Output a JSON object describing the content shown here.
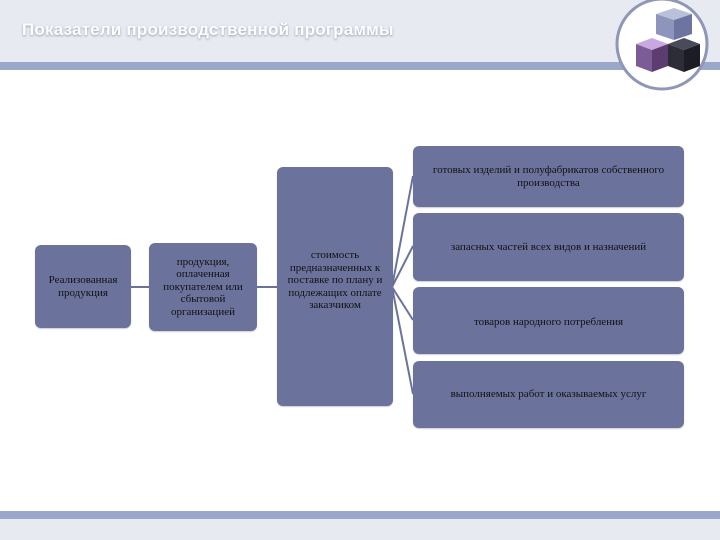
{
  "header": {
    "title": "Показатели производственной программы"
  },
  "diagram": {
    "nodes": {
      "realized": "Реализованная продукция",
      "paid": "продукция, оплаченная покупателем или сбытовой организацией",
      "cost": "стоимость предназначенных к поставке по плану и подлежащих оплате заказчиком",
      "finished": "готовых изделий и полуфабрикатов собственного производства",
      "spare_parts": "запасных частей всех видов и назначений",
      "consumer_goods": "товаров народного потребления",
      "works": "выполняемых работ и оказываемых услуг"
    }
  },
  "colors": {
    "box_fill": "#6b739d",
    "header_bar": "#9aa7c8",
    "header_bg": "#e7eaf1",
    "connector": "#6b739d"
  },
  "icons": {
    "logo": "cubes-logo-icon"
  }
}
